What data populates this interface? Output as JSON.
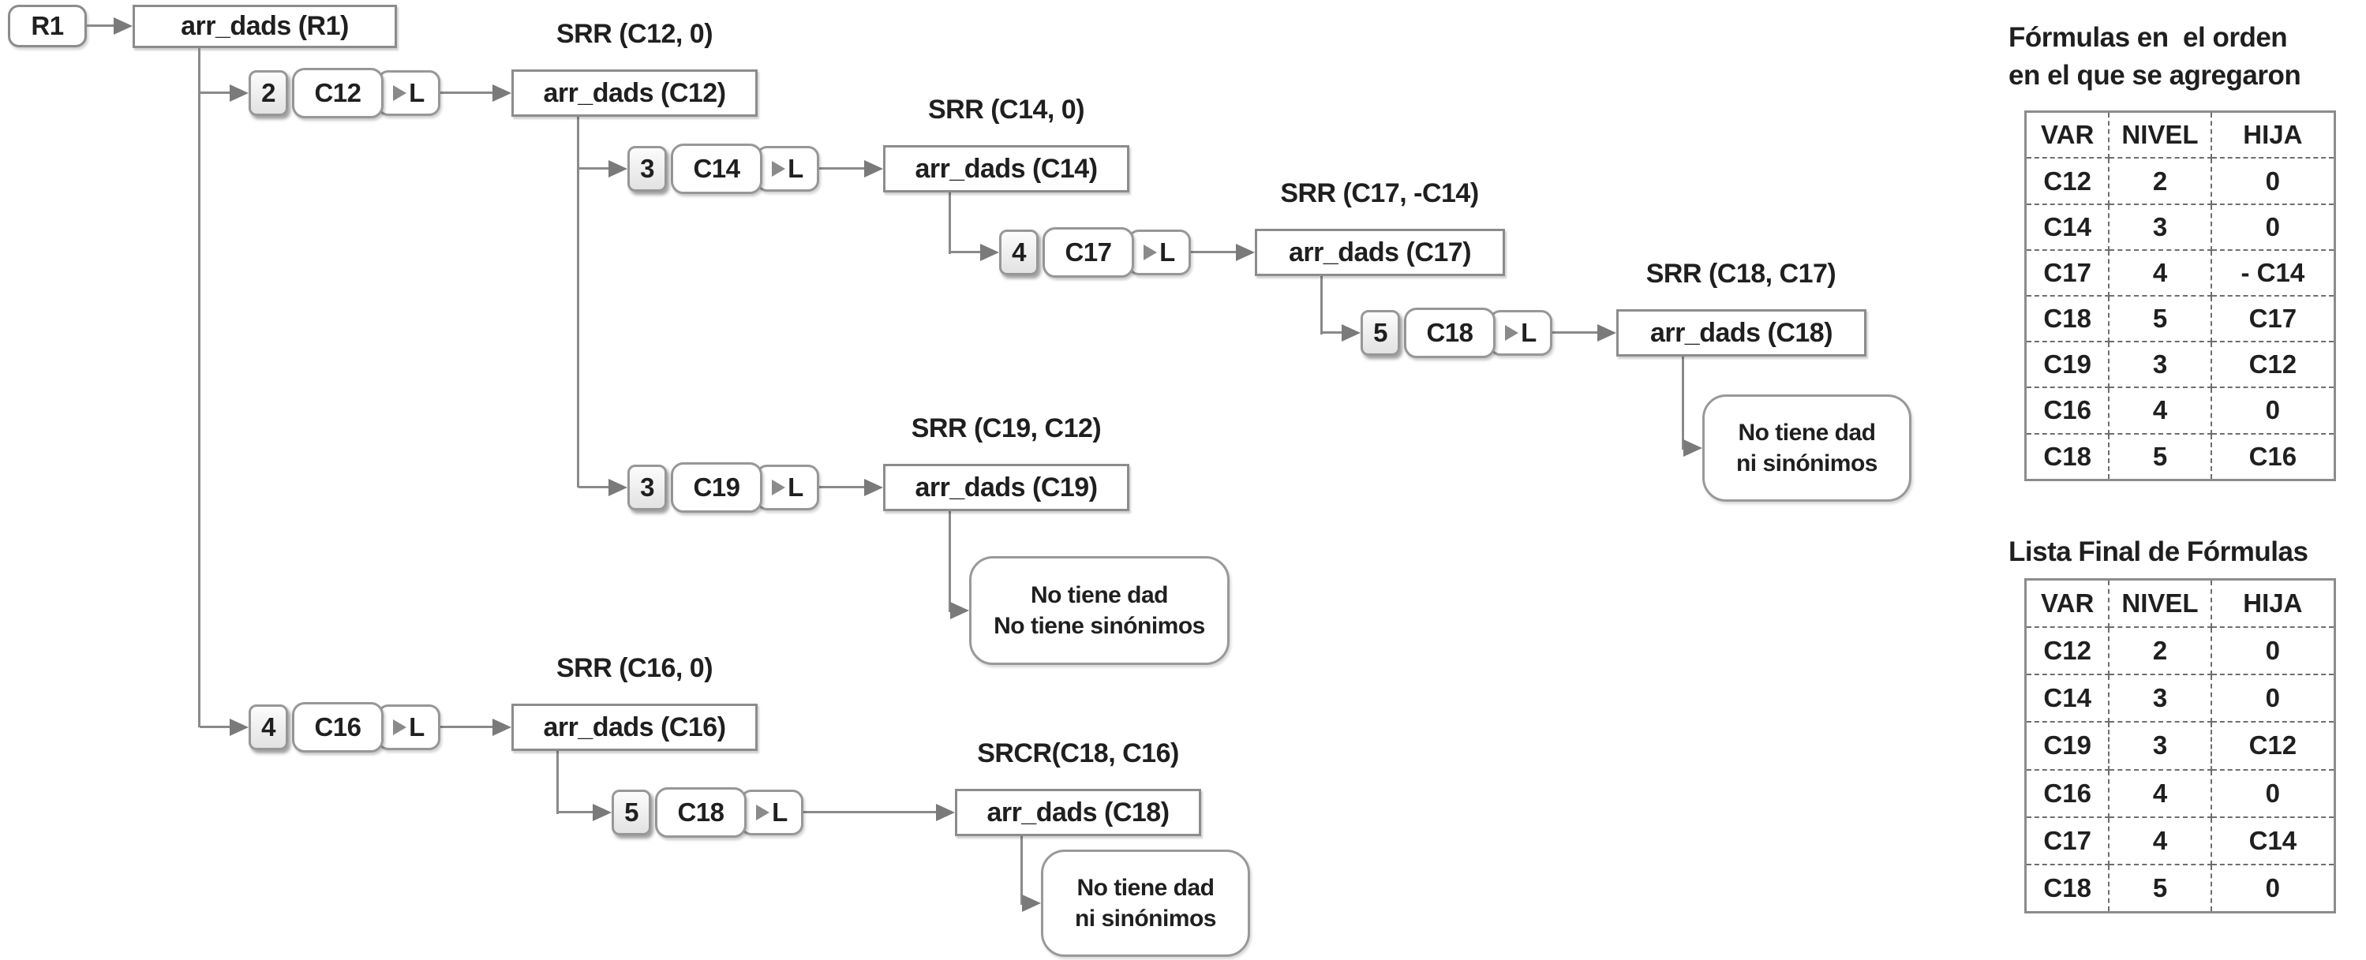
{
  "diagram": {
    "root": {
      "label": "R1",
      "call": "arr_dads (R1)"
    },
    "branches": [
      {
        "order": "2",
        "var": "C12",
        "list": "L",
        "call": "arr_dads (C12)",
        "label": "SRR (C12, 0)"
      },
      {
        "order": "3",
        "var": "C14",
        "list": "L",
        "call": "arr_dads (C14)",
        "label": "SRR (C14, 0)"
      },
      {
        "order": "4",
        "var": "C17",
        "list": "L",
        "call": "arr_dads (C17)",
        "label": "SRR (C17, -C14)"
      },
      {
        "order": "5",
        "var": "C18",
        "list": "L",
        "call": "arr_dads (C18)",
        "label": "SRR (C18, C17)",
        "note": "No tiene dad\nni sinónimos"
      },
      {
        "order": "3",
        "var": "C19",
        "list": "L",
        "call": "arr_dads (C19)",
        "label": "SRR (C19, C12)",
        "note": "No tiene dad\nNo tiene sinónimos"
      },
      {
        "order": "4",
        "var": "C16",
        "list": "L",
        "call": "arr_dads (C16)",
        "label": "SRR (C16, 0)"
      },
      {
        "order": "5",
        "var": "C18",
        "list": "L",
        "call": "arr_dads (C18)",
        "label": "SRCR(C18, C16)",
        "note": "No tiene dad\nni sinónimos"
      }
    ]
  },
  "tables": [
    {
      "title": "Fórmulas en  el orden\nen el que se agregaron",
      "headers": [
        "VAR",
        "NIVEL",
        "HIJA"
      ],
      "rows": [
        [
          "C12",
          "2",
          "0"
        ],
        [
          "C14",
          "3",
          "0"
        ],
        [
          "C17",
          "4",
          "- C14"
        ],
        [
          "C18",
          "5",
          "C17"
        ],
        [
          "C19",
          "3",
          "C12"
        ],
        [
          "C16",
          "4",
          "0"
        ],
        [
          "C18",
          "5",
          "C16"
        ]
      ]
    },
    {
      "title": "Lista Final de Fórmulas",
      "headers": [
        "VAR",
        "NIVEL",
        "HIJA"
      ],
      "rows": [
        [
          "C12",
          "2",
          "0"
        ],
        [
          "C14",
          "3",
          "0"
        ],
        [
          "C19",
          "3",
          "C12"
        ],
        [
          "C16",
          "4",
          "0"
        ],
        [
          "C17",
          "4",
          "C14"
        ],
        [
          "C18",
          "5",
          "0"
        ]
      ]
    }
  ],
  "colors": {
    "line": "#8a8a8a",
    "arrow": "#7a7a7a",
    "text": "#1f1f1f",
    "border": "#8c8c8c"
  }
}
